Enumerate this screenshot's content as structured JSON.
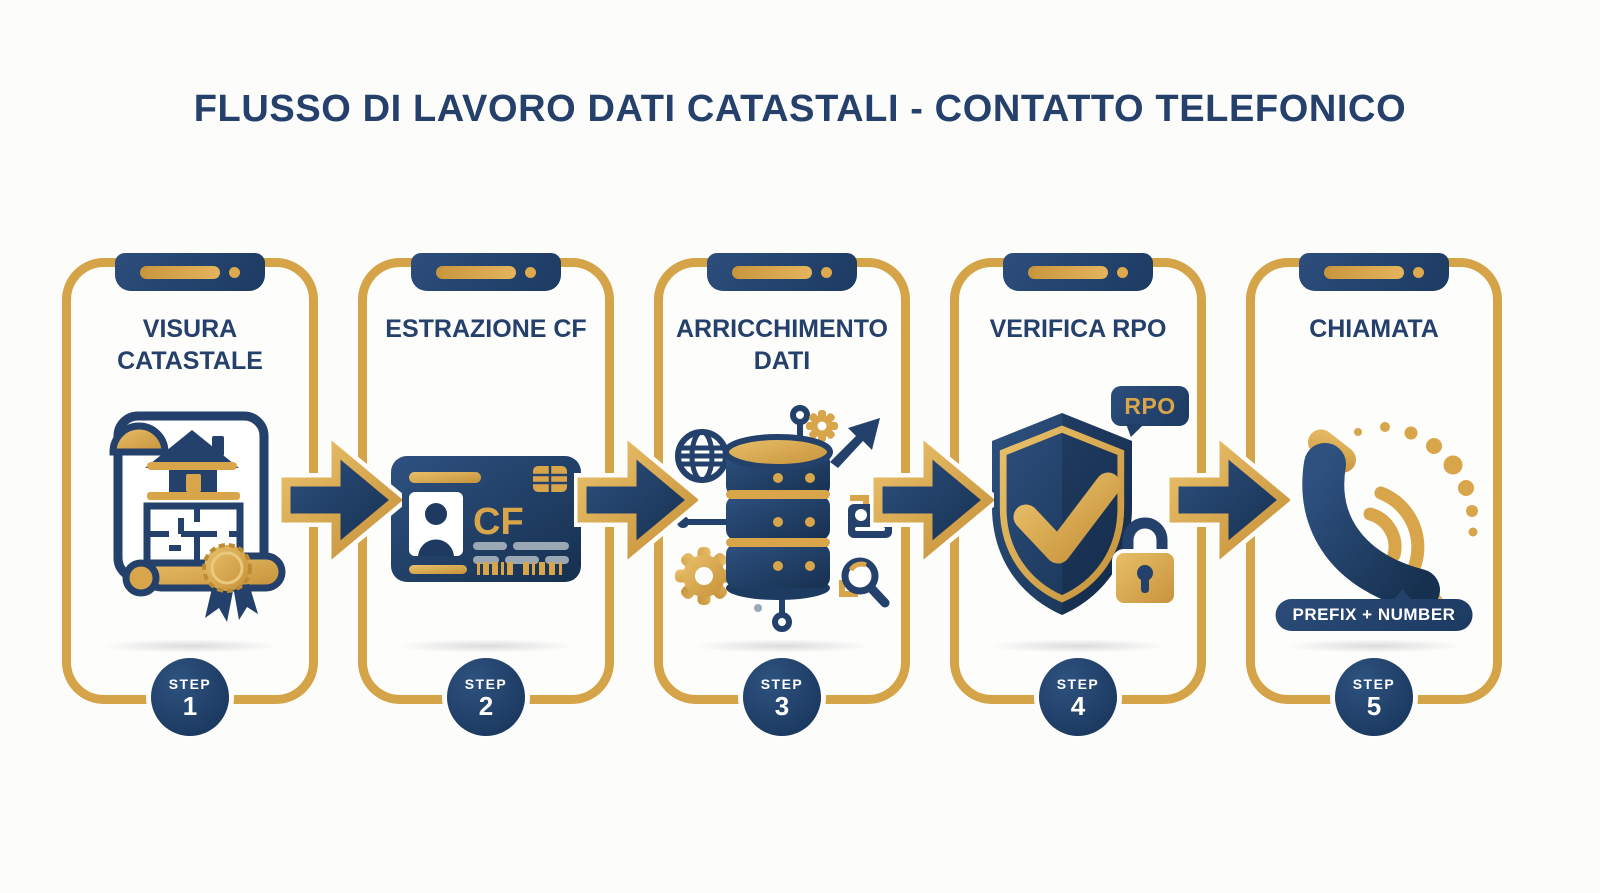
{
  "title": "FLUSSO DI LAVORO DATI CATASTALI - CONTATTO TELEFONICO",
  "colors": {
    "navy": "#24416b",
    "navy_dark": "#16304f",
    "gold": "#d9a54b",
    "gold_dark": "#c28f36",
    "background": "#fcfcfb",
    "title_text": "#24406b"
  },
  "steps": [
    {
      "label": "VISURA CATASTALE",
      "step_word": "STEP",
      "number": "1",
      "icon": "cadastral-document-scroll"
    },
    {
      "label": "ESTRAZIONE CF",
      "step_word": "STEP",
      "number": "2",
      "icon": "id-card",
      "card_text": "CF"
    },
    {
      "label": "ARRICCHIMENTO DATI",
      "step_word": "STEP",
      "number": "3",
      "icon": "database-enrichment"
    },
    {
      "label": "VERIFICA RPO",
      "step_word": "STEP",
      "number": "4",
      "icon": "shield-check",
      "badge": "RPO"
    },
    {
      "label": "CHIAMATA",
      "step_word": "STEP",
      "number": "5",
      "icon": "phone-call",
      "badge": "PREFIX + NUMBER"
    }
  ]
}
